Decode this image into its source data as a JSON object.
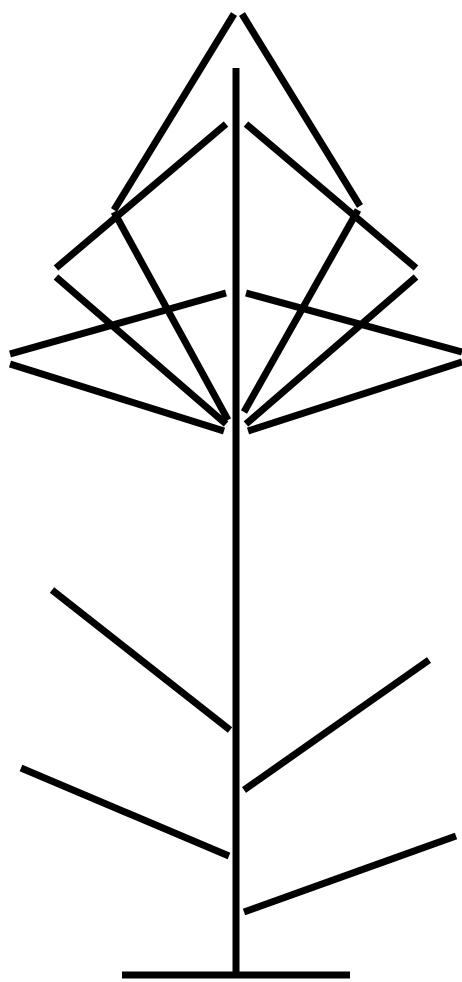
{
  "figure": {
    "background_color": "#ffffff",
    "stroke_color": "#000000",
    "parts": [
      "stem",
      "base",
      "top-outer-roof-left",
      "top-outer-roof-right",
      "upper-roof-left",
      "upper-roof-right",
      "wide-roof-left",
      "wide-roof-right",
      "wide-lower-edge-left",
      "wide-lower-edge-right",
      "diamond-lower-left",
      "diamond-lower-right",
      "fan-rib-left",
      "fan-rib-right",
      "lower-branch-left-upper",
      "lower-branch-right-upper",
      "lower-branch-left-lower",
      "lower-branch-right-lower"
    ]
  }
}
